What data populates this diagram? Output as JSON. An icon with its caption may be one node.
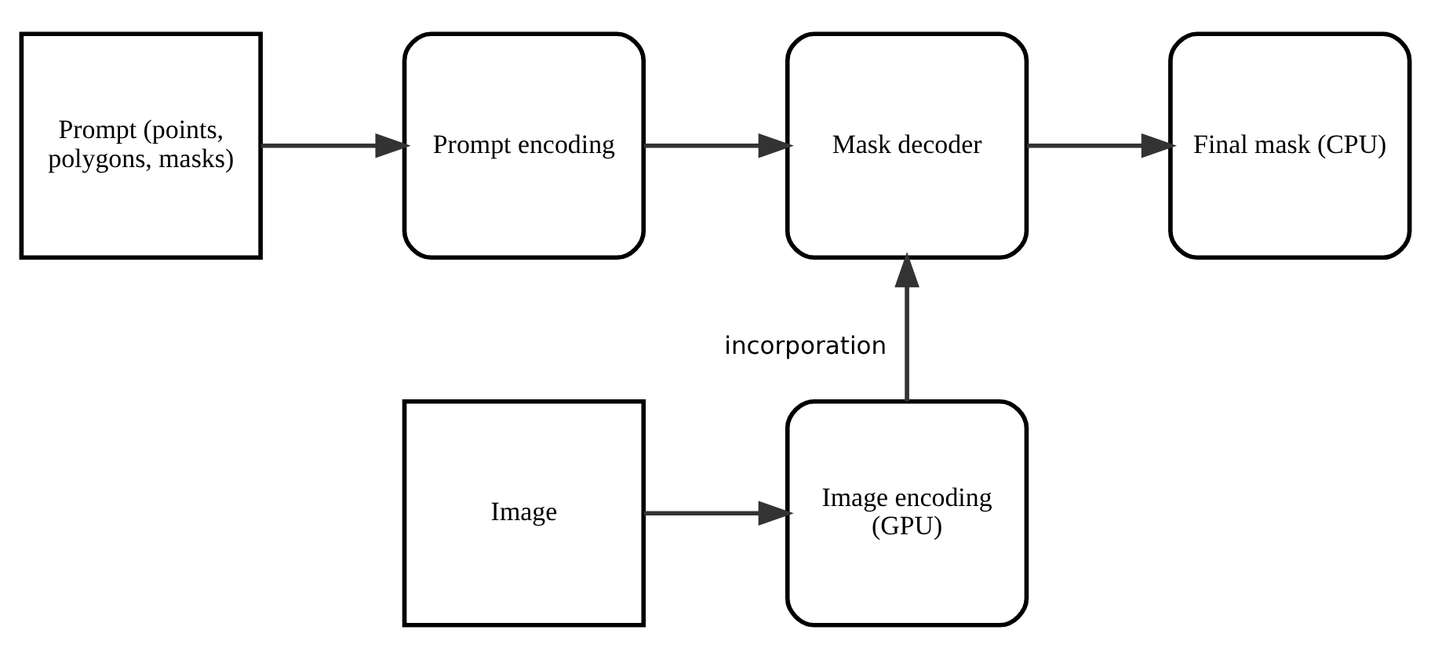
{
  "diagram": {
    "nodes": [
      {
        "text": [
          "Prompt (points, polygons, masks)"
        ]
      },
      {
        "text": [
          "Prompt encoding"
        ]
      },
      {
        "text": [
          "Mask decoder"
        ]
      },
      {
        "text": [
          "Final mask (CPU)"
        ]
      },
      {
        "text": [
          "Image"
        ]
      },
      {
        "text": [
          "Image encoding (GPU)"
        ]
      }
    ],
    "edges": [
      {
        "from": 0,
        "to": 1,
        "arrow": "to"
      },
      {
        "from": 1,
        "to": 2,
        "arrow": "to"
      },
      {
        "from": 2,
        "to": 3,
        "arrow": "to"
      },
      {
        "from": 4,
        "to": 5,
        "arrow": "to"
      },
      {
        "from": 5,
        "to": 2,
        "arrow": "to",
        "label": "incorporation"
      }
    ]
  }
}
